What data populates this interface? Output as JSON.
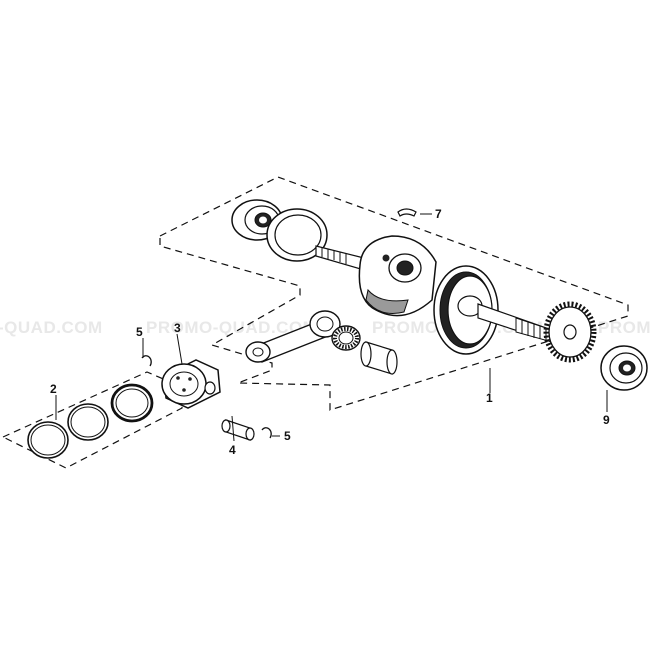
{
  "watermark": {
    "segments": [
      "-QUAD.COM",
      "PROMO-QUAD.COM",
      "PROMO-QUAD.COM",
      "PROMO"
    ]
  },
  "callouts": {
    "c1": "1",
    "c2": "2",
    "c3": "3",
    "c4": "4",
    "c5a": "5",
    "c5b": "5",
    "c7": "7",
    "c9": "9"
  },
  "colors": {
    "line": "#111111",
    "shade": "#9a9a9a",
    "watermark": "#e8e8e8"
  }
}
